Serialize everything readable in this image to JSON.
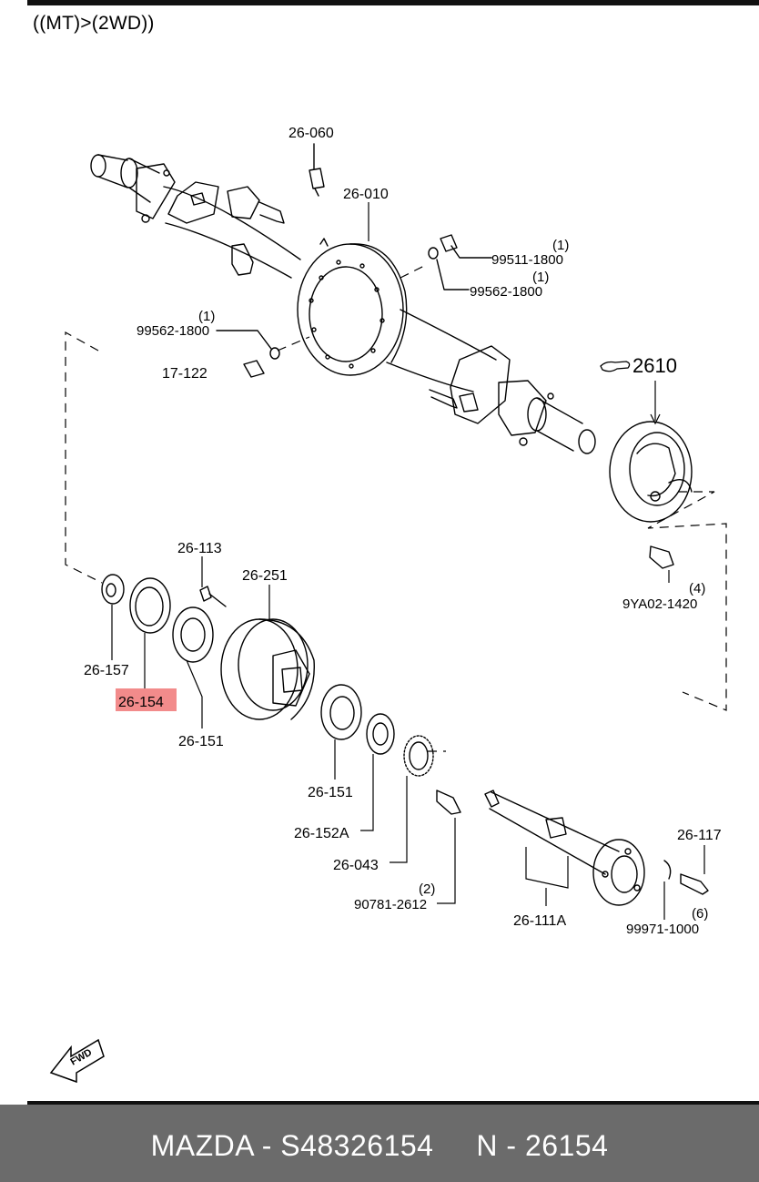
{
  "header": {
    "variant": "((MT)>(2WD))"
  },
  "labels": {
    "l_26_060": "26-060",
    "l_26_010": "26-010",
    "l_99511_qty": "(1)",
    "l_99511": "99511-1800",
    "l_99562_a_qty": "(1)",
    "l_99562_a": "99562-1800",
    "l_99562_b_qty": "(1)",
    "l_99562_b": "99562-1800",
    "l_17_122": "17-122",
    "l_2610": "2610",
    "l_26_113": "26-113",
    "l_26_251": "26-251",
    "l_9ya02_qty": "(4)",
    "l_9ya02": "9YA02-1420",
    "l_26_157": "26-157",
    "l_26_154": "26-154",
    "l_26_151_a": "26-151",
    "l_26_151_b": "26-151",
    "l_26_152a": "26-152A",
    "l_26_043": "26-043",
    "l_90781_qty": "(2)",
    "l_90781": "90781-2612",
    "l_26_111a": "26-111A",
    "l_26_117": "26-117",
    "l_99971_qty": "(6)",
    "l_99971": "99971-1000",
    "fwd": "FWD"
  },
  "highlight": {
    "part": "26-154",
    "color": "#f28b8b"
  },
  "footer": {
    "text": "MAZDA - S48326154     N - 26154"
  },
  "colors": {
    "footer_bg": "#6b6b6b",
    "line": "#000000"
  }
}
